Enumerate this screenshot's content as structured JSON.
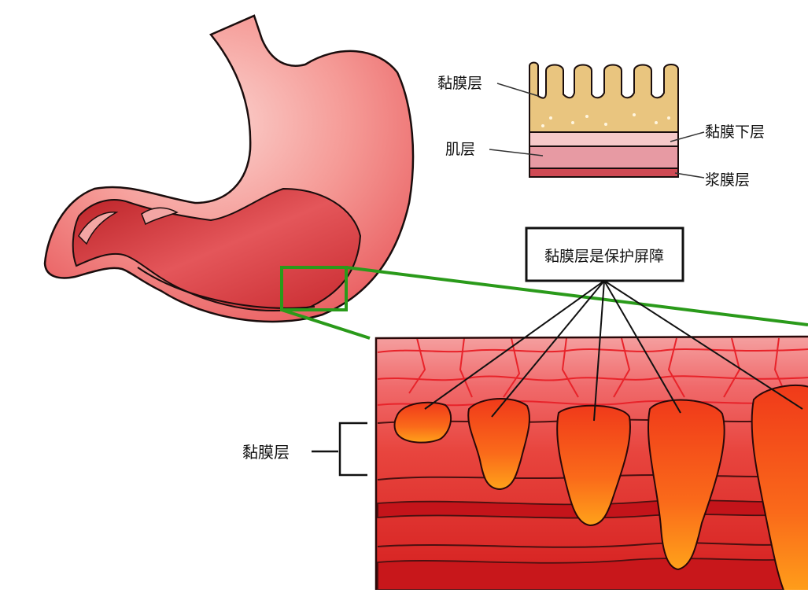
{
  "layers_inset": {
    "mucosa": "黏膜层",
    "submucosa": "黏膜下层",
    "muscularis": "肌层",
    "serosa": "浆膜层"
  },
  "callout": {
    "text": "黏膜层是保护屏障"
  },
  "bracket": {
    "label": "黏膜层"
  },
  "colors": {
    "stomach_light": "#f59a96",
    "stomach_dark": "#d9363a",
    "zoom_box": "#2a9a1a",
    "mucosa_tan": "#e9c57f",
    "submucosa_pink": "#f6c9c9",
    "muscle_rose": "#e79aa3",
    "serosa_red": "#cf4a54"
  }
}
